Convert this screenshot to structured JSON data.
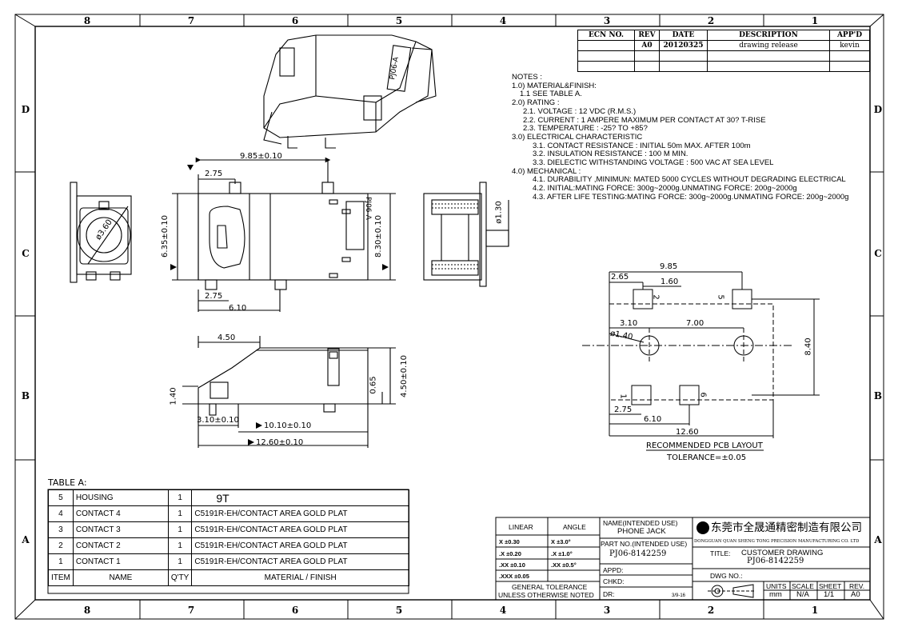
{
  "frame": {
    "columns_top": [
      "8",
      "7",
      "6",
      "5",
      "4",
      "3",
      "2",
      "1"
    ],
    "rows_side": [
      "D",
      "C",
      "B",
      "A"
    ]
  },
  "revision_table": {
    "headers": [
      "ECN NO.",
      "REV",
      "DATE",
      "DESCRIPTION",
      "APP'D"
    ],
    "rows": [
      [
        "",
        "A0",
        "20120325",
        "drawing release",
        "kevin"
      ]
    ]
  },
  "notes": [
    "NOTES :",
    "1.0) MATERIAL&FINISH:",
    "   1.1 SEE TABLE A.",
    "2.0) RATING :",
    "   2.1. VOLTAGE : 12 VDC (R.M.S.)",
    "   2.2. CURRENT : 1 AMPERE MAXIMUM PER CONTACT AT 30?  T-RISE",
    "   2.3. TEMPERATURE : -25? TO +85?",
    "3.0) ELECTRICAL CHARACTERISTIC",
    "   3.1. CONTACT RESISTANCE : INITIAL 50m MAX. AFTER 100m",
    "   3.2. INSULATION RESISTANCE : 100 M   MIN.",
    "   3.3. DIELECTIC WITHSTANDING VOLTAGE : 500 VAC AT SEA LEVEL",
    "4.0) MECHANICAL :",
    "   4.1. DURABILITY ,MINIMUN: MATED 5000 CYCLES WITHOUT DEGRADING ELECTRICAL",
    "   4.2. INITIAL:MATING FORCE: 300g~2000g.UNMATING FORCE: 200g~2000g",
    "   4.3. AFTER LIFE TESTING:MATING FORCE: 300g~2000g.UNMATING FORCE: 200g~2000g"
  ],
  "dimensions": {
    "top_width": "9.85±0.10",
    "top_left": "2.75",
    "bottom_left": "2.75",
    "bottom_mid": "6.10",
    "height_left": "6.35±0.10",
    "height_right": "8.30±0.10",
    "circle_dia": "ø3.60",
    "right_pin": "ø1.30",
    "side_top": "4.50",
    "side_left_h": "1.40",
    "side_h1": "0.65",
    "side_h2": "4.50±0.10",
    "side_b1": "3.10±0.10",
    "side_b2": "10.10±0.10",
    "side_b3": "12.60±0.10"
  },
  "pcb_layout": {
    "title": "RECOMMENDED PCB LAYOUT",
    "tolerance": "TOLERANCE=±0.05",
    "d_985": "9.85",
    "d_265": "2.65",
    "d_160": "1.60",
    "d_310": "3.10",
    "d_700": "7.00",
    "d_140": "ø1.40",
    "d_840": "8.40",
    "d_275": "2.75",
    "d_610": "6.10",
    "d_1260": "12.60",
    "pads": [
      "2",
      "5",
      "1",
      "6"
    ]
  },
  "table_a": {
    "title": "TABLE A:",
    "rows": [
      [
        "5",
        "HOUSING",
        "1",
        "9T"
      ],
      [
        "4",
        "CONTACT 4",
        "1",
        "C5191R-EH/CONTACT AREA GOLD PLAT"
      ],
      [
        "3",
        "CONTACT 3",
        "1",
        "C5191R-EH/CONTACT AREA GOLD PLAT"
      ],
      [
        "2",
        "CONTACT 2",
        "1",
        "C5191R-EH/CONTACT AREA GOLD PLAT"
      ],
      [
        "1",
        "CONTACT 1",
        "1",
        "C5191R-EH/CONTACT AREA GOLD PLAT"
      ]
    ],
    "header": [
      "ITEM",
      "NAME",
      "Q'TY",
      "MATERIAL / FINISH"
    ]
  },
  "title_block": {
    "linear": "LINEAR",
    "angle": "ANGLE",
    "tol_rows": [
      [
        "X   ±0.30",
        "X  ±3.0°"
      ],
      [
        ".X   ±0.20",
        ".X  ±1.0°"
      ],
      [
        ".XX  ±0.10",
        ".XX ±0.5°"
      ],
      [
        ".XXX ±0.05",
        ""
      ]
    ],
    "general_tol_1": "GENERAL  TOLERANCE",
    "general_tol_2": "UNLESS OTHERWISE NOTED",
    "name_label": "NAME(INTENDED USE)",
    "name_value": "PHONE  JACK",
    "part_label": "PART NO.(INTENDED USE)",
    "part_value": "PJ06-8142259",
    "appd": "APPD:",
    "chkd": "CHKD:",
    "dr": "DR:",
    "dr_date": "3/9-16",
    "company_cn": "东莞市全晟通精密制造有限公司",
    "company_en": "DONGGUAN QUAN SHENG TONG PRECISION  MANUFACTURING CO. LTD",
    "title_label": "TITLE:",
    "title_1": "CUSTOMER DRAWING",
    "title_2": "PJ06-8142259",
    "dwg_no": "DWG NO.:",
    "units_label": "UNITS",
    "units": "mm",
    "scale_label": "SCALE",
    "scale": "N/A",
    "sheet_label": "SHEET",
    "sheet": "1/1",
    "rev_label": "REV.",
    "rev": "A0"
  },
  "part_marking": "PJ06-A"
}
